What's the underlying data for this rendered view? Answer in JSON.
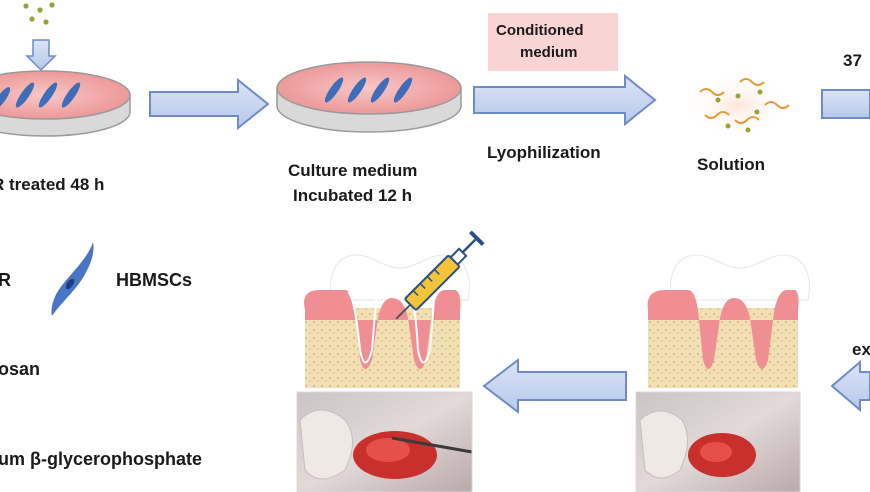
{
  "labels": {
    "treated": "R treated 48 h",
    "culture_line1": "Culture medium",
    "culture_line2": "Incubated 12 h",
    "conditioned_line1": "Conditioned",
    "conditioned_line2": "medium",
    "lyophilization": "Lyophilization",
    "solution": "Solution",
    "temp_partial": "37",
    "legend_r": "R",
    "legend_hbmscs": "HBMSCs",
    "legend_chitosan_partial": "osan",
    "legend_glycero_partial": "um β-glycerophosphate",
    "ex_partial": "ex"
  },
  "colors": {
    "arrow_fill": "#c6d3ee",
    "arrow_stroke": "#6c8bc7",
    "dish_pink": "#ef9e9e",
    "cell_blue": "#3f6db8",
    "particle_olive": "#9aa13a",
    "gum_pink": "#ef8f94",
    "bone": "#f3dfb4",
    "conditioned_bg": "#f8d5d3"
  }
}
